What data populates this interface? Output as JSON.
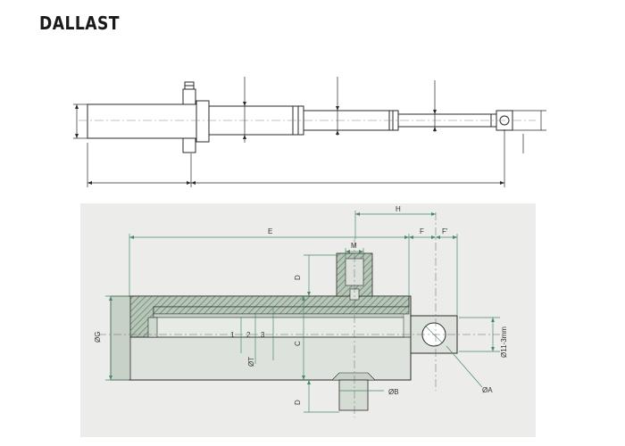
{
  "brand": {
    "name": "DALLAST"
  },
  "colors": {
    "dimension": "#4a8a6a",
    "hatch": "#6a8a72",
    "body_fill": "#dde3dc",
    "outline": "#2a2a2a",
    "panel": "#ececea"
  },
  "labels": {
    "H": "H",
    "E": "E",
    "F": "F",
    "F2": "F'",
    "M": "M",
    "D_top": "D",
    "D_bottom": "D",
    "G": "ØG",
    "C": "C",
    "T": "ØT",
    "B": "ØB",
    "A": "ØA",
    "pin": "Ø11-3mm",
    "stage1": "1",
    "stage2": "2",
    "stage3": "3"
  }
}
